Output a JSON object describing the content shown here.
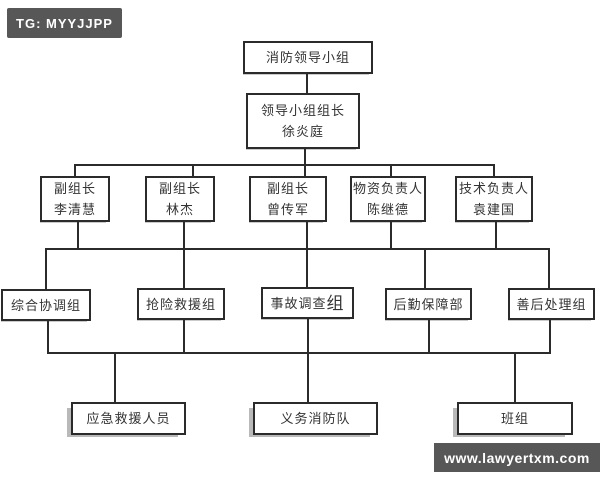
{
  "badge": {
    "text": "TG: MYYJJPP"
  },
  "watermark": {
    "text": "www.lawyertxm.com"
  },
  "colors": {
    "watermark_bg": "#575757",
    "watermark_text": "#ffffff",
    "line": "#2b2b2b",
    "box_bg": "#ffffff",
    "box_border": "#2b2b2b",
    "text": "#333333",
    "page_bg": "#ffffff"
  },
  "org": {
    "l1": [
      {
        "title": "消防领导小组"
      }
    ],
    "l2": [
      {
        "title": "领导小组组长",
        "name": "徐炎庭"
      }
    ],
    "l3": [
      {
        "title": "副组长",
        "name": "李清慧"
      },
      {
        "title": "副组长",
        "name": "林杰"
      },
      {
        "title": "副组长",
        "name": "曾传军"
      },
      {
        "title": "物资负责人",
        "name": "陈继德"
      },
      {
        "title": "技术负责人",
        "name": "袁建国"
      }
    ],
    "l4": [
      {
        "title": "综合协调组"
      },
      {
        "title": "抢险救援组"
      },
      {
        "title": "事故调查",
        "suffix": "组"
      },
      {
        "title": "后勤保障部"
      },
      {
        "title": "善后处理组"
      }
    ],
    "l5": [
      {
        "title": "应急救援人员"
      },
      {
        "title": "义务消防队"
      },
      {
        "title": "班组"
      }
    ]
  }
}
